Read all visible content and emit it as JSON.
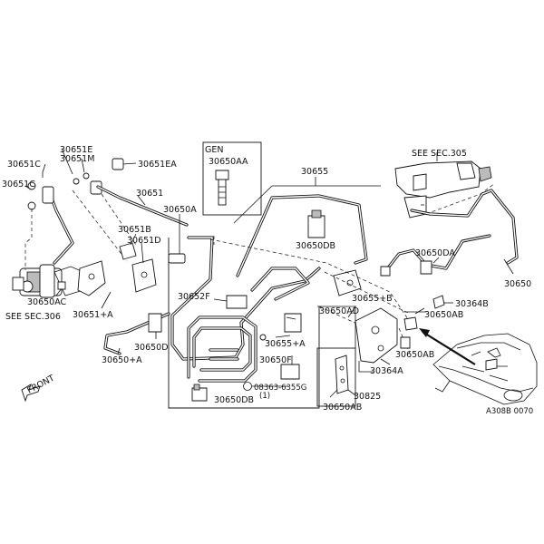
{
  "labels": {
    "p30651C_a": "30651C",
    "p30651E": "30651E",
    "p30651M": "30651M",
    "p30651EA": "30651EA",
    "p30651C_b": "30651C",
    "p30651": "30651",
    "p30650A": "30650A",
    "p30651B": "30651B",
    "p30651D": "30651D",
    "p30650AC": "30650AC",
    "see306": "SEE SEC.306",
    "p30651A": "30651+A",
    "p30650D": "30650D",
    "p30650A_plus": "30650+A",
    "gen": "GEN",
    "p30650AA": "30650AA",
    "p30655": "30655",
    "p30650DB_a": "30650DB",
    "p30652F": "30652F",
    "p30655B": "30655+B",
    "p30650AD": "30650AD",
    "p30655A": "30655+A",
    "p30650F": "30650F",
    "screw": "08363-6355G",
    "screw_qty": "(1)",
    "p30650DB_b": "30650DB",
    "p30650AB_a": "30650AB",
    "p30825": "30825",
    "see305": "SEE SEC.305",
    "p30650DA": "30650DA",
    "p30650": "30650",
    "p30364B": "30364B",
    "p30650AB_b": "30650AB",
    "p30650AB_c": "30650AB",
    "p30364A": "30364A",
    "front": "FRONT",
    "code": "A308B 0070"
  }
}
